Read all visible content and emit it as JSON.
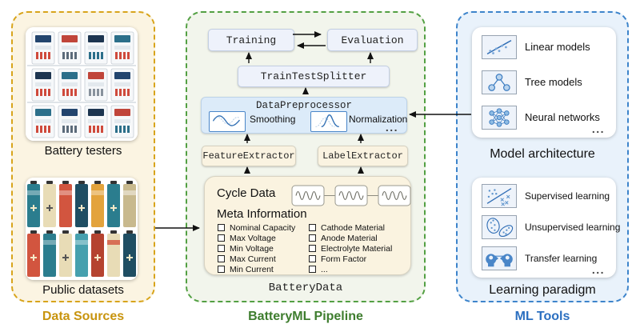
{
  "colors": {
    "data_sources_accent": "#C8940E",
    "pipeline_accent": "#3E7D2E",
    "ml_tools_accent": "#2B6FC0",
    "box_blue": "#EEF2FB",
    "box_cream": "#FAF3E1",
    "preprocessor_blue": "#DCEBF9"
  },
  "data_sources": {
    "caption": "Data Sources",
    "items": [
      {
        "label": "Battery testers"
      },
      {
        "label": "Public datasets"
      }
    ]
  },
  "pipeline": {
    "caption": "BatteryML Pipeline",
    "training_label": "Training",
    "evaluation_label": "Evaluation",
    "splitter_label": "TrainTestSplitter",
    "preprocessor": {
      "title": "DataPreprocessor",
      "smoothing_label": "Smoothing",
      "normalization_label": "Normalization",
      "more": "..."
    },
    "feature_extractor_label": "FeatureExtractor",
    "label_extractor_label": "LabelExtractor",
    "battery_data": {
      "caption": "BatteryData",
      "cycle_data_label": "Cycle Data",
      "meta_label": "Meta Information",
      "meta_left": [
        "Nominal Capacity",
        "Max Voltage",
        "Min Voltage",
        "Max Current",
        "Min Current"
      ],
      "meta_right": [
        "Cathode Material",
        "Anode Material",
        "Electrolyte Material",
        "Form Factor",
        "..."
      ]
    }
  },
  "ml_tools": {
    "caption": "ML Tools",
    "model_architecture": {
      "label": "Model architecture",
      "items": [
        "Linear models",
        "Tree models",
        "Neural networks"
      ],
      "more": "..."
    },
    "learning_paradigm": {
      "label": "Learning paradigm",
      "items": [
        "Supervised learning",
        "Unsupervised learning",
        "Transfer learning"
      ],
      "more": "..."
    }
  }
}
